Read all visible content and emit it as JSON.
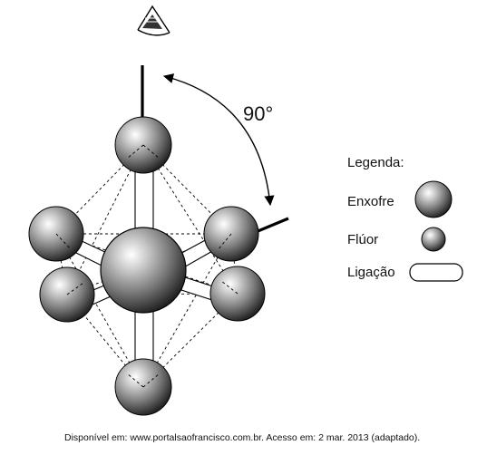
{
  "diagram": {
    "angle_label": "90°",
    "legend": {
      "title": "Legenda:",
      "items": [
        {
          "label": "Enxofre",
          "symbol": "large-sphere"
        },
        {
          "label": "Flúor",
          "symbol": "small-sphere"
        },
        {
          "label": "Ligação",
          "symbol": "cylinder-bond"
        }
      ]
    },
    "source": "Disponível em: www.portalsaofrancisco.com.br. Acesso em: 2 mar. 2013 (adaptado)."
  },
  "colors": {
    "sphere_highlight": "#ffffff",
    "sphere_mid": "#8c8c8c",
    "sphere_dark": "#1e1e1e",
    "bond_fill": "#ffffff",
    "stroke": "#000000"
  },
  "icons": [
    "eye-icon",
    "angle-arc-arrow"
  ]
}
